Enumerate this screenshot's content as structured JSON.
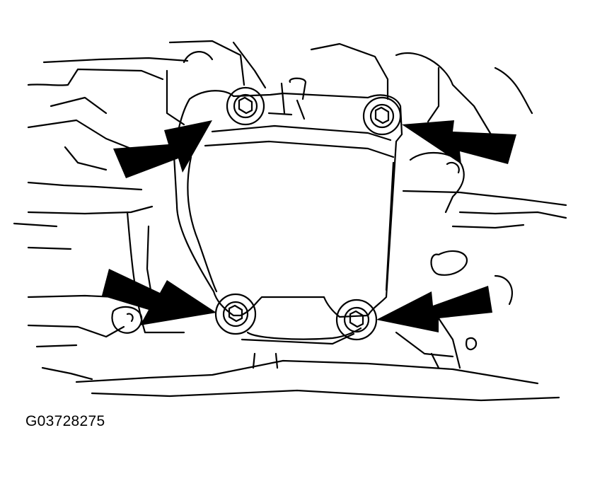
{
  "figure": {
    "code": "G03728275",
    "subject": "mount-plate-bolts",
    "bolt_count": 4
  },
  "colors": {
    "line": "#000000",
    "fill": "#ffffff",
    "arrow": "#000000"
  },
  "icons": [
    "bolt-icon",
    "arrow-icon"
  ]
}
